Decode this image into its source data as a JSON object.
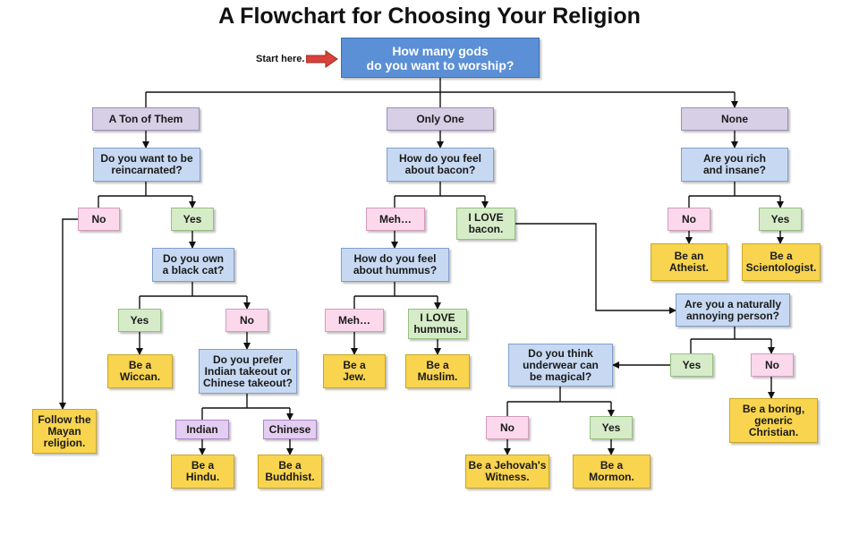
{
  "title": "A Flowchart for Choosing Your Religion",
  "start_label": "Start here.",
  "nodes": {
    "start": "How many gods\ndo you want to worship?",
    "ton": "A Ton of Them",
    "one": "Only One",
    "none": "None",
    "q_reincarnated": "Do you want to be\nreincarnated?",
    "q_bacon": "How do you feel\nabout bacon?",
    "q_rich": "Are you rich\nand insane?",
    "reinc_no": "No",
    "reinc_yes": "Yes",
    "bacon_meh": "Meh…",
    "bacon_love": "I LOVE\nbacon.",
    "rich_no": "No",
    "rich_yes": "Yes",
    "q_cat": "Do you own\na black cat?",
    "q_hummus": "How do you feel\nabout hummus?",
    "res_atheist": "Be an\nAtheist.",
    "res_scientologist": "Be a\nScientologist.",
    "cat_yes": "Yes",
    "cat_no": "No",
    "hummus_meh": "Meh…",
    "hummus_love": "I LOVE\nhummus.",
    "q_annoying": "Are you a naturally\nannoying person?",
    "res_wiccan": "Be a\nWiccan.",
    "q_takeout": "Do you prefer\nIndian takeout or\nChinese takeout?",
    "res_jew": "Be a\nJew.",
    "res_muslim": "Be a\nMuslim.",
    "q_underwear": "Do you think\nunderwear can\nbe magical?",
    "annoy_yes": "Yes",
    "annoy_no": "No",
    "res_mayan": "Follow the\nMayan\nreligion.",
    "res_christian": "Be a boring,\ngeneric\nChristian.",
    "take_indian": "Indian",
    "take_chinese": "Chinese",
    "under_no": "No",
    "under_yes": "Yes",
    "res_hindu": "Be a\nHindu.",
    "res_buddhist": "Be a\nBuddhist.",
    "res_jehovah": "Be a Jehovah's\nWitness.",
    "res_mormon": "Be a\nMormon."
  },
  "colors": {
    "start": "#5b8fd6",
    "category": "#d7cfe6",
    "question": "#c7d9f2",
    "no": "#fbd8ec",
    "yes": "#d6ecc8",
    "choice": "#e3cdf0",
    "result": "#f8d44f",
    "start_arrow": "#d9413a"
  }
}
